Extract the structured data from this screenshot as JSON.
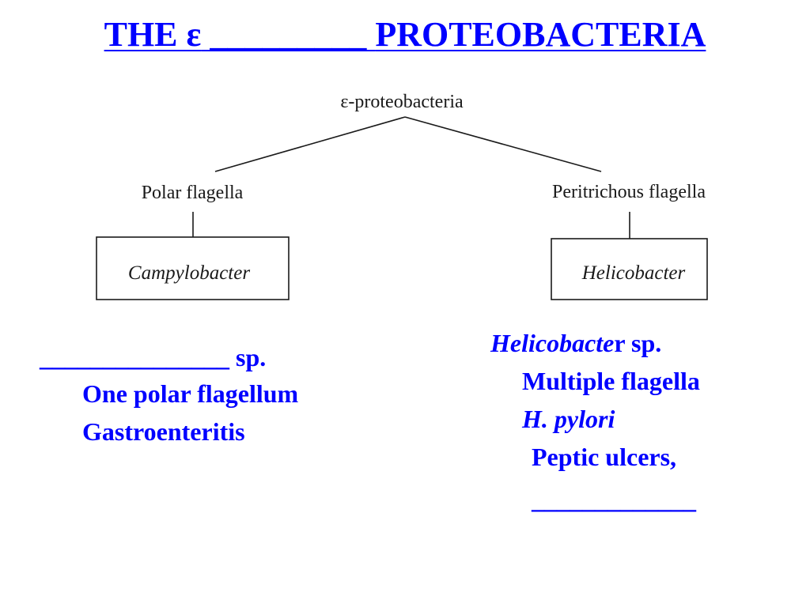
{
  "slide": {
    "title_pre": "THE ",
    "title_symbol": "ε",
    "title_blank": " _________ ",
    "title_post": "PROTEOBACTERIA"
  },
  "tree": {
    "root": "ε-proteobacteria",
    "left_branch": "Polar flagella",
    "right_branch": "Peritrichous flagella",
    "left_genus": "Campylobacter",
    "right_genus": "Helicobacter"
  },
  "left_notes": {
    "blank": "_______________",
    "sp": " sp.",
    "line1": "One polar flagellum",
    "line2": "Gastroenteritis"
  },
  "right_notes": {
    "genus_italic": "Helicobacte",
    "genus_rest": "r sp.",
    "line1": "Multiple flagella",
    "line2": "H. pylori",
    "line3": "Peptic ulcers,",
    "line4": "_____________"
  },
  "colors": {
    "text_accent": "#0000ff",
    "diagram_ink": "#1a1a1a"
  }
}
